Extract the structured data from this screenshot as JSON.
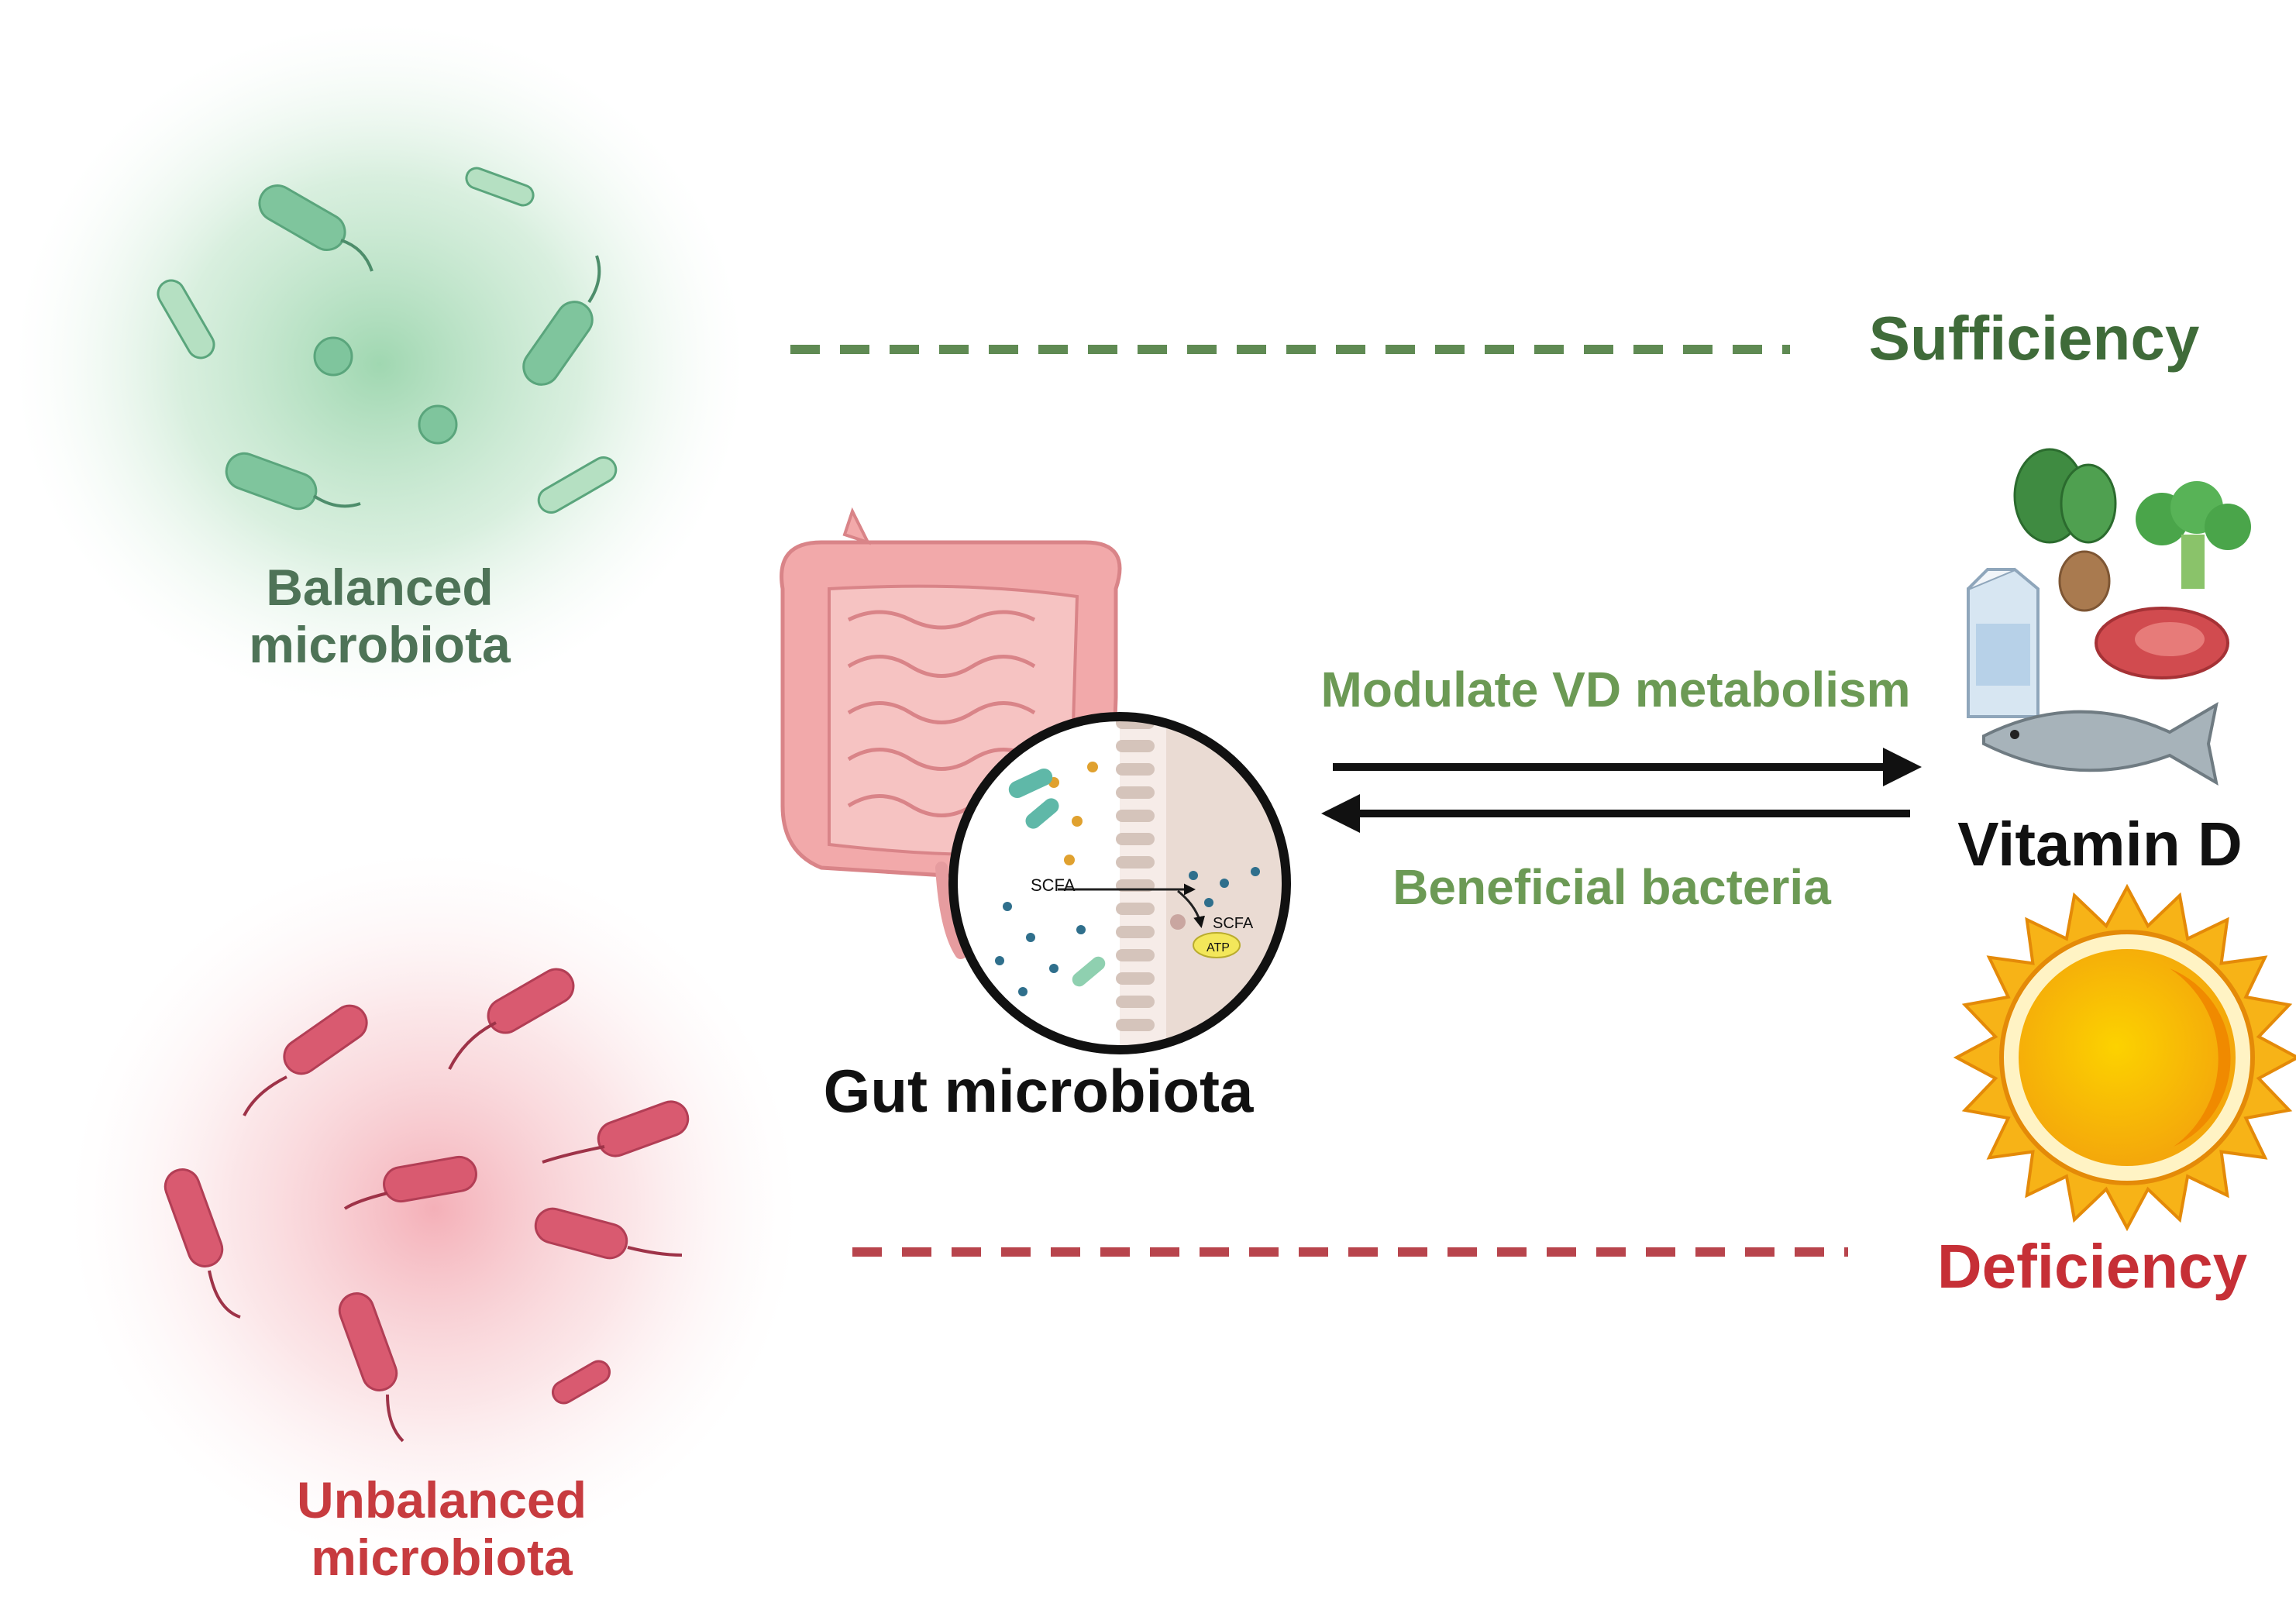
{
  "labels": {
    "balanced": [
      "Balanced",
      "microbiota"
    ],
    "unbalanced": [
      "Unbalanced",
      "microbiota"
    ],
    "sufficiency": "Sufficiency",
    "deficiency": "Deficiency",
    "modulate": "Modulate VD metabolism",
    "beneficial": "Beneficial bacteria",
    "gut": "Gut microbiota",
    "vitamin_d": "Vitamin D",
    "scfa_1": "SCFA",
    "scfa_2": "SCFA",
    "atp": "ATP"
  },
  "colors": {
    "balanced_label": "#4e7357",
    "unbalanced_label": "#c73b3f",
    "sufficiency": "#3f6b39",
    "deficiency": "#c62f36",
    "arrow_text": "#6c9a55",
    "dash_green": "#5f8a53",
    "dash_red": "#b8444c",
    "arrow": "#111111",
    "main_text": "#111111",
    "green_bacteria": "#7ec59c",
    "red_bacteria": "#d9586e",
    "sun": "#f7b317"
  },
  "icons": [
    "green-bacteria-icon",
    "red-bacteria-icon",
    "intestine-icon",
    "villi-magnifier-icon",
    "milk-carton-icon",
    "spinach-icon",
    "broccoli-icon",
    "egg-icon",
    "meat-icon",
    "fish-icon",
    "sun-icon"
  ]
}
